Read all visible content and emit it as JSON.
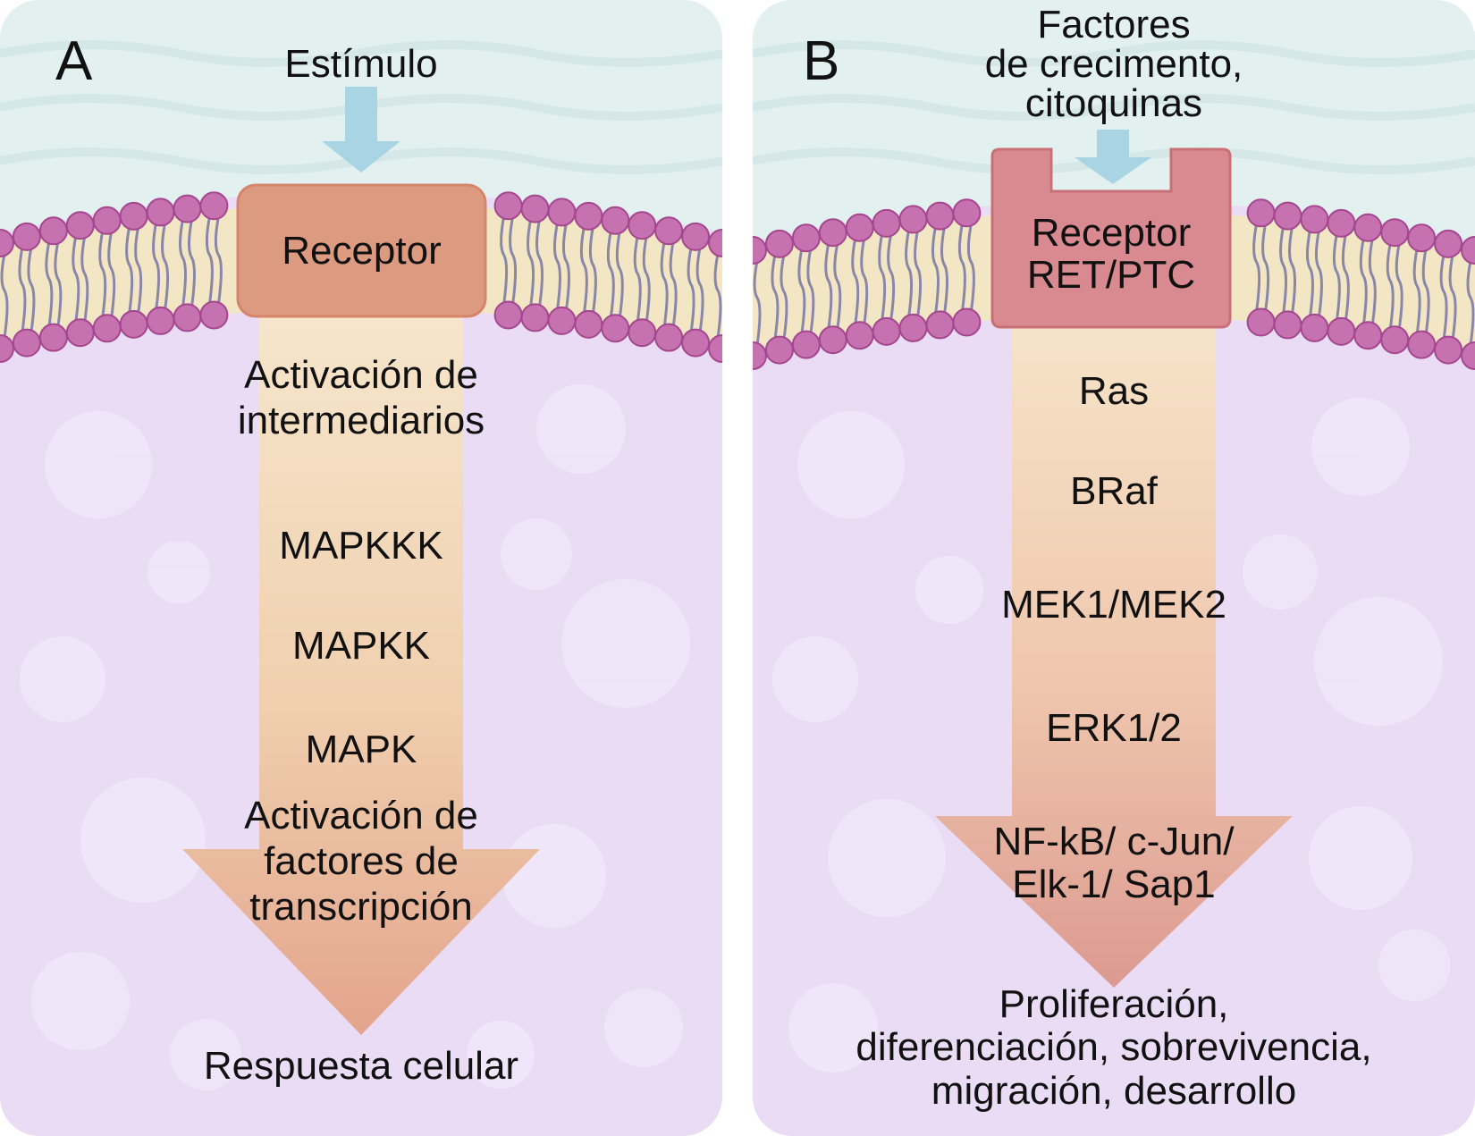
{
  "panel_a": {
    "letter": "A",
    "stimulus": "Estímulo",
    "receptor": "Receptor",
    "steps": [
      "Activación de\nintermediarios",
      "MAPKKK",
      "MAPKK",
      "MAPK",
      "Activación de\nfactores de\ntranscripción"
    ],
    "response": "Respuesta celular"
  },
  "panel_b": {
    "letter": "B",
    "stimulus": "Factores\nde crecimento,\ncitoquinas",
    "receptor": "Receptor\nRET/PTC",
    "steps": [
      "Ras",
      "BRaf",
      "MEK1/MEK2",
      "ERK1/2",
      "NF-kB/ c-Jun/\nElk-1/ Sap1"
    ],
    "response": "Proliferación,\ndiferenciación, sobrevivencia,\nmigración, desarrollo"
  },
  "colors": {
    "extracellular": "#e2f0ef",
    "cytoplasm": "#e9dcf4",
    "lipid_head": "#c671b0",
    "membrane_core": "#f2e6c4",
    "stimulus_arrow": "#a9d4e4",
    "receptor_a": "#dc9a80",
    "receptor_b": "#d98a90",
    "cascade_top": "#f6e4c8",
    "cascade_bottom": "#dc9a90"
  }
}
